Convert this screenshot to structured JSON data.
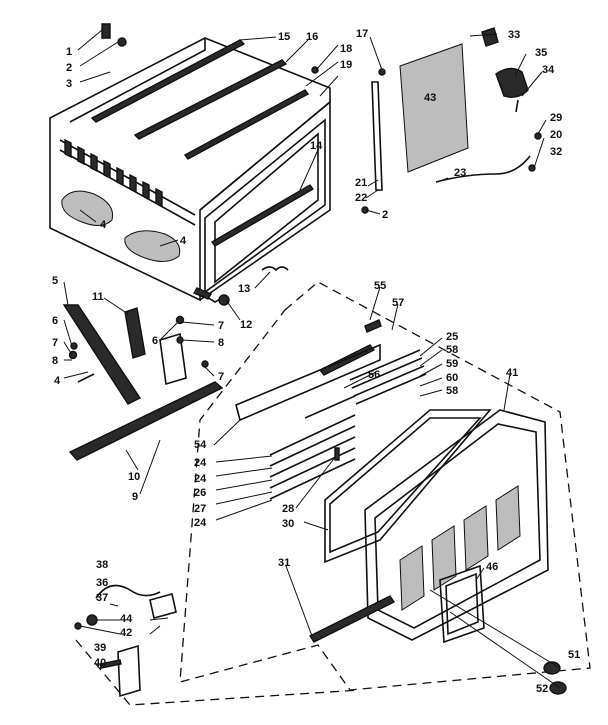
{
  "header_text": "",
  "footer_text": "",
  "callouts": [
    {
      "id": "c1",
      "text": "1"
    },
    {
      "id": "c2",
      "text": "2"
    },
    {
      "id": "c3",
      "text": "3"
    },
    {
      "id": "c15",
      "text": "15"
    },
    {
      "id": "c16",
      "text": "16"
    },
    {
      "id": "c17",
      "text": "17"
    },
    {
      "id": "c18",
      "text": "18"
    },
    {
      "id": "c19",
      "text": "19"
    },
    {
      "id": "c14",
      "text": "14"
    },
    {
      "id": "c21",
      "text": "21"
    },
    {
      "id": "c22",
      "text": "22"
    },
    {
      "id": "c2b",
      "text": "2"
    },
    {
      "id": "c33",
      "text": "33"
    },
    {
      "id": "c35",
      "text": "35"
    },
    {
      "id": "c34",
      "text": "34"
    },
    {
      "id": "c43",
      "text": "43"
    },
    {
      "id": "c29",
      "text": "29"
    },
    {
      "id": "c20",
      "text": "20"
    },
    {
      "id": "c32",
      "text": "32"
    },
    {
      "id": "c23",
      "text": "23"
    },
    {
      "id": "c4a",
      "text": "4"
    },
    {
      "id": "c4b",
      "text": "4"
    },
    {
      "id": "c5",
      "text": "5"
    },
    {
      "id": "c11",
      "text": "11"
    },
    {
      "id": "c6a",
      "text": "6"
    },
    {
      "id": "c7a",
      "text": "7"
    },
    {
      "id": "c8a",
      "text": "8"
    },
    {
      "id": "c4c",
      "text": "4"
    },
    {
      "id": "c6b",
      "text": "6"
    },
    {
      "id": "c7b",
      "text": "7"
    },
    {
      "id": "c8b",
      "text": "8"
    },
    {
      "id": "c7c",
      "text": "7"
    },
    {
      "id": "c12",
      "text": "12"
    },
    {
      "id": "c13",
      "text": "13"
    },
    {
      "id": "c10",
      "text": "10"
    },
    {
      "id": "c9",
      "text": "9"
    },
    {
      "id": "c55",
      "text": "55"
    },
    {
      "id": "c57",
      "text": "57"
    },
    {
      "id": "c25",
      "text": "25"
    },
    {
      "id": "c58a",
      "text": "58"
    },
    {
      "id": "c59",
      "text": "59"
    },
    {
      "id": "c60",
      "text": "60"
    },
    {
      "id": "c58b",
      "text": "58"
    },
    {
      "id": "c56",
      "text": "56"
    },
    {
      "id": "c41",
      "text": "41"
    },
    {
      "id": "c54",
      "text": "54"
    },
    {
      "id": "c24a",
      "text": "24"
    },
    {
      "id": "c24b",
      "text": "24"
    },
    {
      "id": "c26",
      "text": "26"
    },
    {
      "id": "c27",
      "text": "27"
    },
    {
      "id": "c24c",
      "text": "24"
    },
    {
      "id": "c28",
      "text": "28"
    },
    {
      "id": "c30",
      "text": "30"
    },
    {
      "id": "c31",
      "text": "31"
    },
    {
      "id": "c46",
      "text": "46"
    },
    {
      "id": "c38",
      "text": "38"
    },
    {
      "id": "c36",
      "text": "36"
    },
    {
      "id": "c37",
      "text": "37"
    },
    {
      "id": "c44",
      "text": "44"
    },
    {
      "id": "c42",
      "text": "42"
    },
    {
      "id": "c39",
      "text": "39"
    },
    {
      "id": "c40",
      "text": "40"
    },
    {
      "id": "c51",
      "text": "51"
    },
    {
      "id": "c52",
      "text": "52"
    }
  ]
}
